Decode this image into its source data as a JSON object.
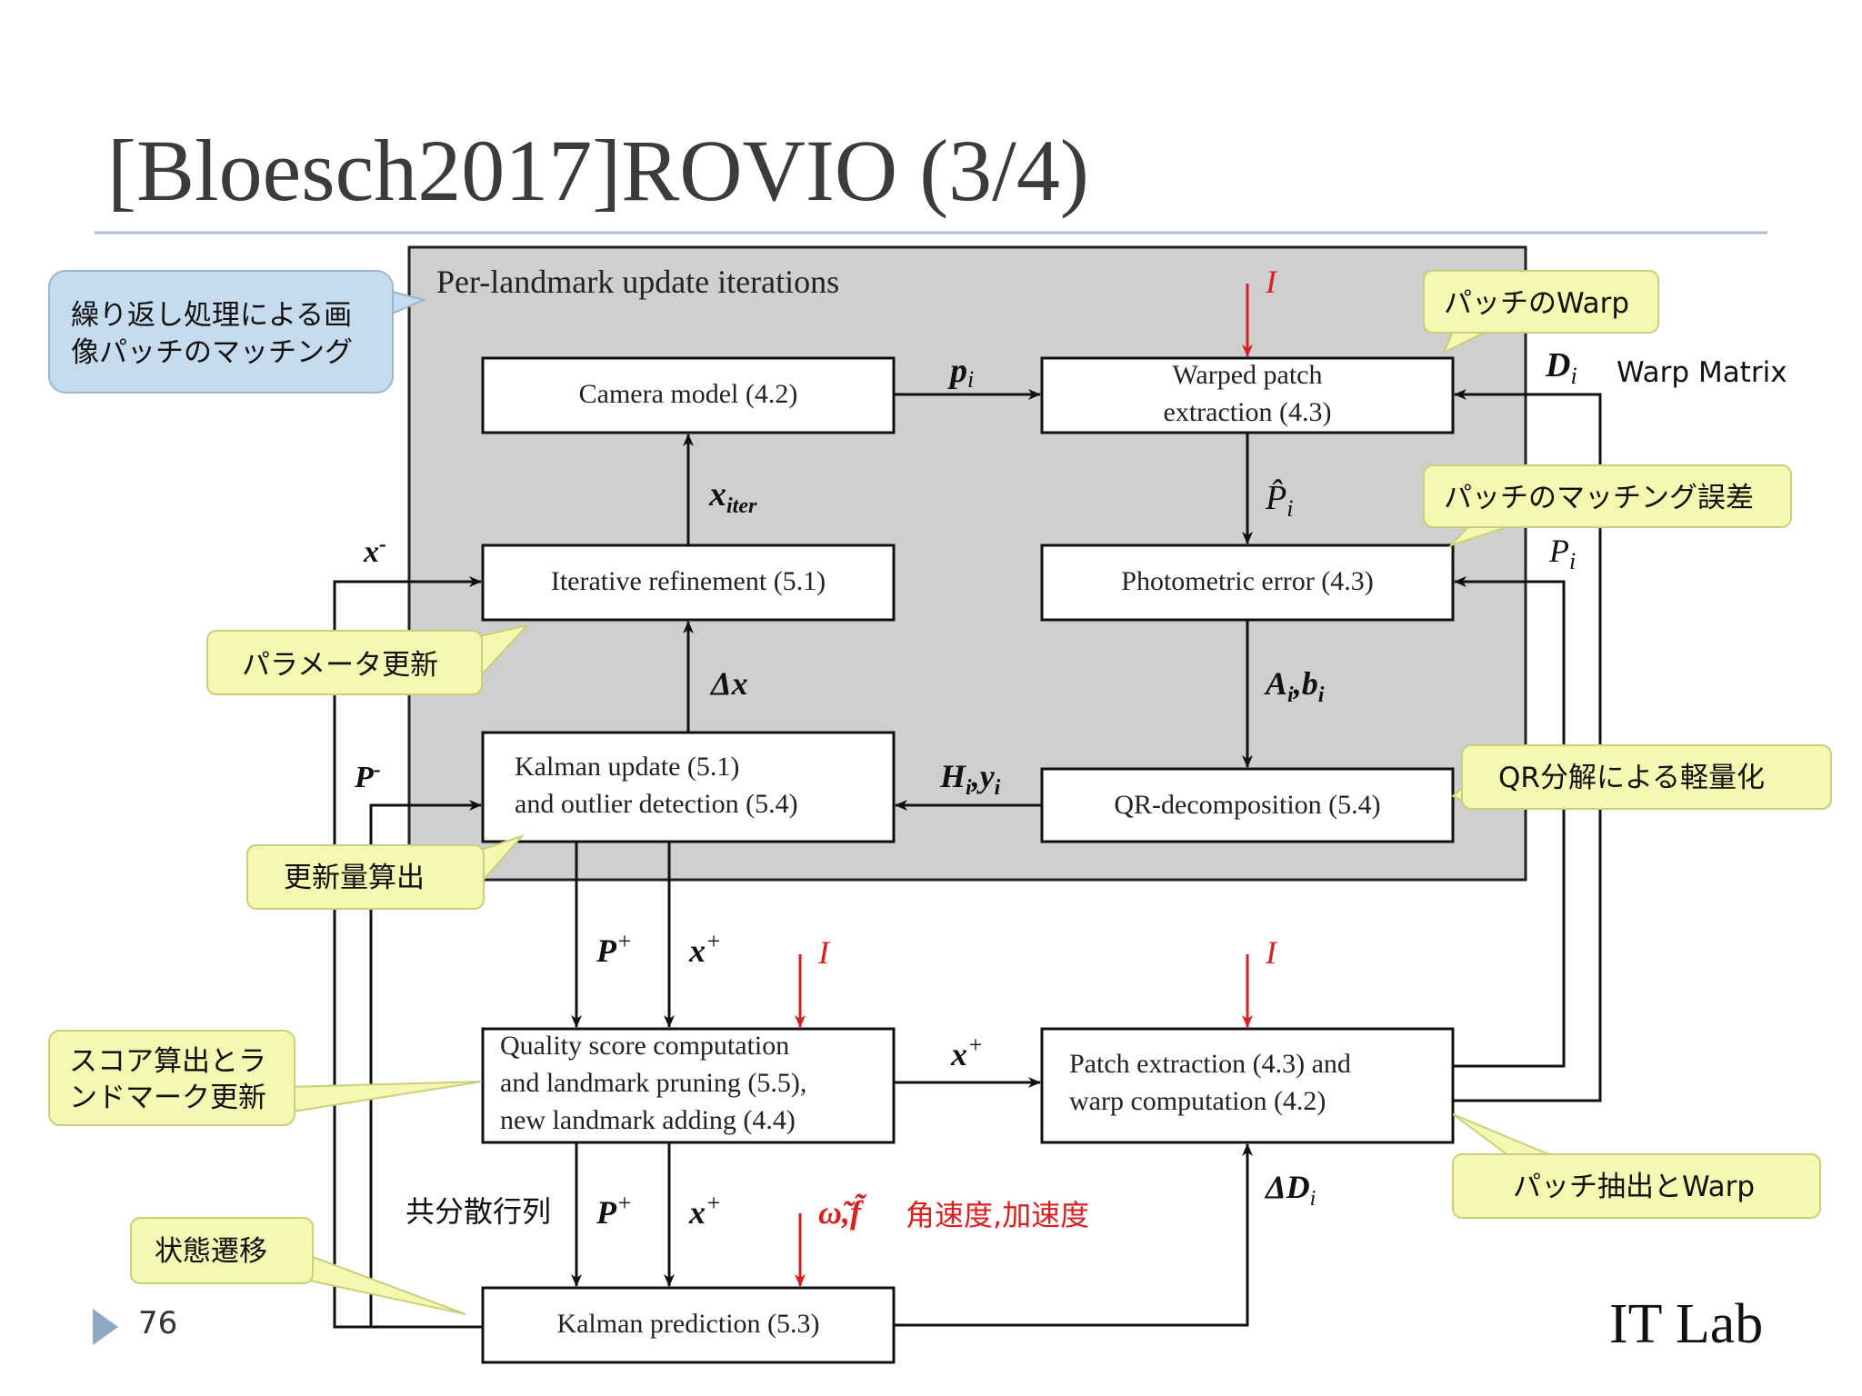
{
  "slide": {
    "title": "[Bloesch2017]ROVIO (3/4)",
    "page_number": "76",
    "logo_text": "IT Lab"
  },
  "diagram": {
    "region_title": "Per-landmark update iterations",
    "boxes": {
      "camera_model": [
        "Camera model (4.2)"
      ],
      "warped_patch": [
        "Warped patch",
        "extraction (4.3)"
      ],
      "iterative_refinement": [
        "Iterative refinement (5.1)"
      ],
      "photometric_error": [
        "Photometric error (4.3)"
      ],
      "kalman_update": [
        "Kalman update (5.1)",
        "and outlier detection (5.4)"
      ],
      "qr_decomposition": [
        "QR-decomposition (5.4)"
      ],
      "quality_score": [
        "Quality score computation",
        "and landmark pruning (5.5),",
        "new landmark adding (4.4)"
      ],
      "patch_extraction": [
        "Patch extraction (4.3) and",
        "warp computation (4.2)"
      ],
      "kalman_prediction": [
        "Kalman prediction (5.3)"
      ]
    },
    "labels": {
      "p_i": "p",
      "p_i_sub": "i",
      "x_iter": "x",
      "x_iter_sub": "iter",
      "x_minus": "x",
      "x_minus_sup": "-",
      "delta_x": "Δx",
      "p_hat": "P̂",
      "p_hat_sub": "i",
      "a_b": "A",
      "a_b_sub": "i",
      "a_b_mid": ",b",
      "a_b_sub2": "i",
      "h_y": "H",
      "h_y_sub": "i",
      "h_y_mid": ",y",
      "h_y_sub2": "i",
      "p_minus": "P",
      "p_minus_sup": "-",
      "p_plus": "P",
      "plus": "+",
      "x_plus": "x",
      "d_i": "D",
      "d_i_sub": "i",
      "p_i_right": "P",
      "p_i_right_sub": "i",
      "delta_d": "ΔD",
      "delta_d_sub": "i",
      "image_I": "I",
      "omega_f": "ω̃,f̃",
      "warp_matrix": "Warp Matrix",
      "covariance": "共分散行列",
      "angular_accel": "角速度,加速度"
    }
  },
  "callouts": {
    "iteration": [
      "繰り返し処理による画",
      "像パッチのマッチング"
    ],
    "patch_warp": "パッチのWarp",
    "matching_error": "パッチのマッチング誤差",
    "param_update": "パラメータ更新",
    "qr_light": "QR分解による軽量化",
    "update_amount": "更新量算出",
    "score_update": [
      "スコア算出とラ",
      "ンドマーク更新"
    ],
    "patch_extract_warp": "パッチ抽出とWarp",
    "state_transition": "状態遷移"
  },
  "colors": {
    "region_fill": "#cfcfcf",
    "callout_yellow": "#f4f8b0",
    "callout_blue": "#c6dcee",
    "accent_red": "#d92020",
    "title_rule": "#a9bed6",
    "page_marker": "#8fa6c4"
  }
}
